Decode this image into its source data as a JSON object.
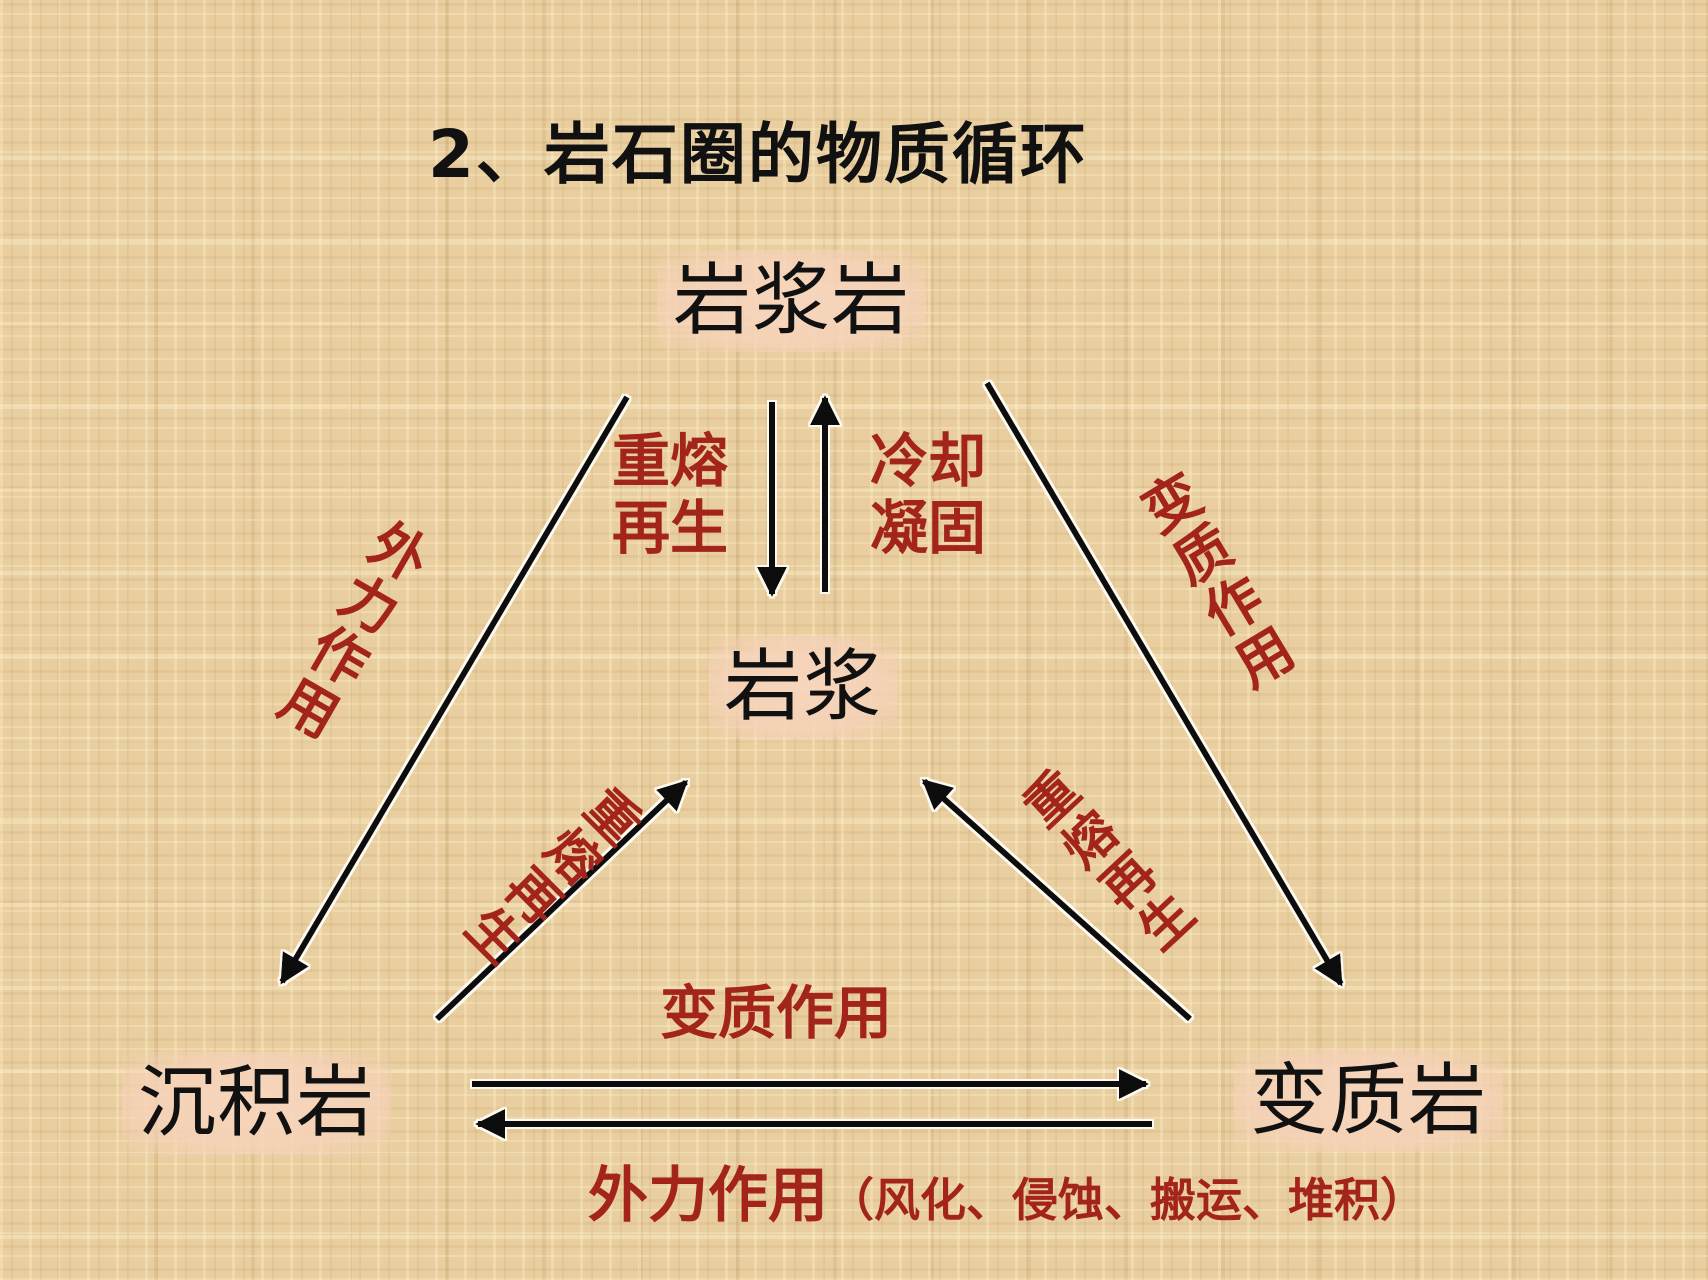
{
  "title": "2、岩石圈的物质循环",
  "nodes": {
    "igneous_rock": "岩浆岩",
    "magma": "岩浆",
    "sedimentary_rock": "沉积岩",
    "metamorphic_rock": "变质岩"
  },
  "processes": {
    "remelt_top_line1": "重熔",
    "remelt_top_line2": "再生",
    "cooling_line1": "冷却",
    "cooling_line2": "凝固",
    "external_force_left": "外力作用",
    "metamorphism_right": "变质作用",
    "remelt_lower_left": "重熔再生",
    "remelt_lower_right": "重熔再生",
    "metamorphism_bottom": "变质作用",
    "external_force_bottom": "外力作用",
    "external_force_detail": "（风化、侵蚀、搬运、堆积）"
  },
  "colors": {
    "background": "#e9cf9f",
    "process_text": "#a3241a",
    "node_text": "#111111",
    "node_highlight": "#f6d2b9",
    "arrow": "#111111"
  }
}
